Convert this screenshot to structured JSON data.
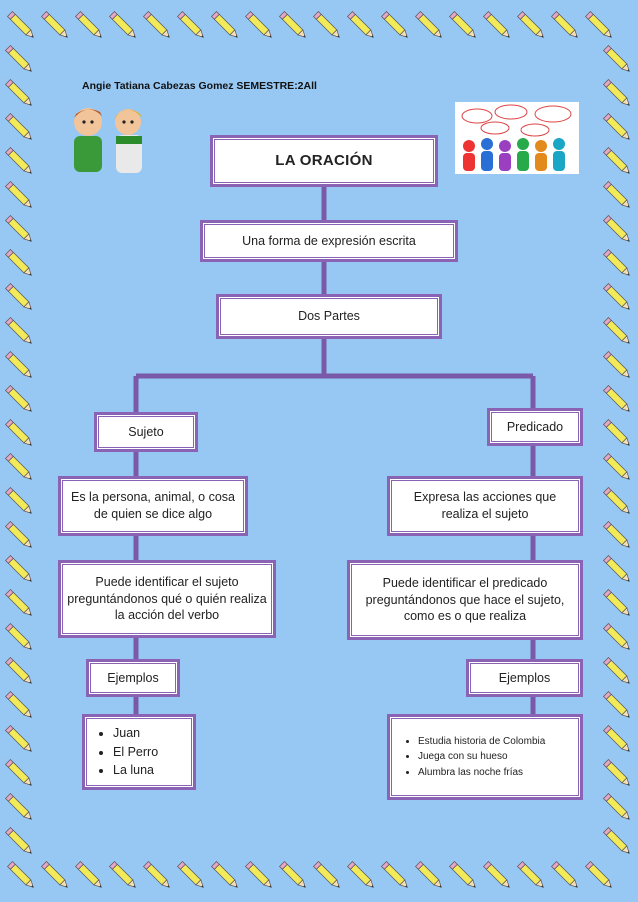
{
  "author": "Angie Tatiana Cabezas  Gomez  SEMESTRE:2All",
  "title": "LA ORACIÓN",
  "definition": "Una forma de expresión escrita",
  "parts": "Dos Partes",
  "sujeto": {
    "label": "Sujeto",
    "description": "Es la persona, animal, o cosa de quien se dice algo",
    "identify": "Puede  identificar el sujeto preguntándonos   qué o quién realiza la acción del verbo",
    "examples_label": "Ejemplos",
    "examples": [
      "Juan",
      "El Perro",
      "La luna"
    ]
  },
  "predicado": {
    "label": "Predicado",
    "description": "Expresa las acciones que realiza el sujeto",
    "identify": "Puede identificar el predicado preguntándonos  que hace el sujeto, como es o que realiza",
    "examples_label": "Ejemplos",
    "examples": [
      "Estudia historia de Colombia",
      "Juega con su hueso",
      "Alumbra las noche frías"
    ]
  },
  "colors": {
    "background": "#97c8f4",
    "box_border": "#8a63b4",
    "connector": "#7a5aa8",
    "pencil": "#f3ea5a"
  }
}
